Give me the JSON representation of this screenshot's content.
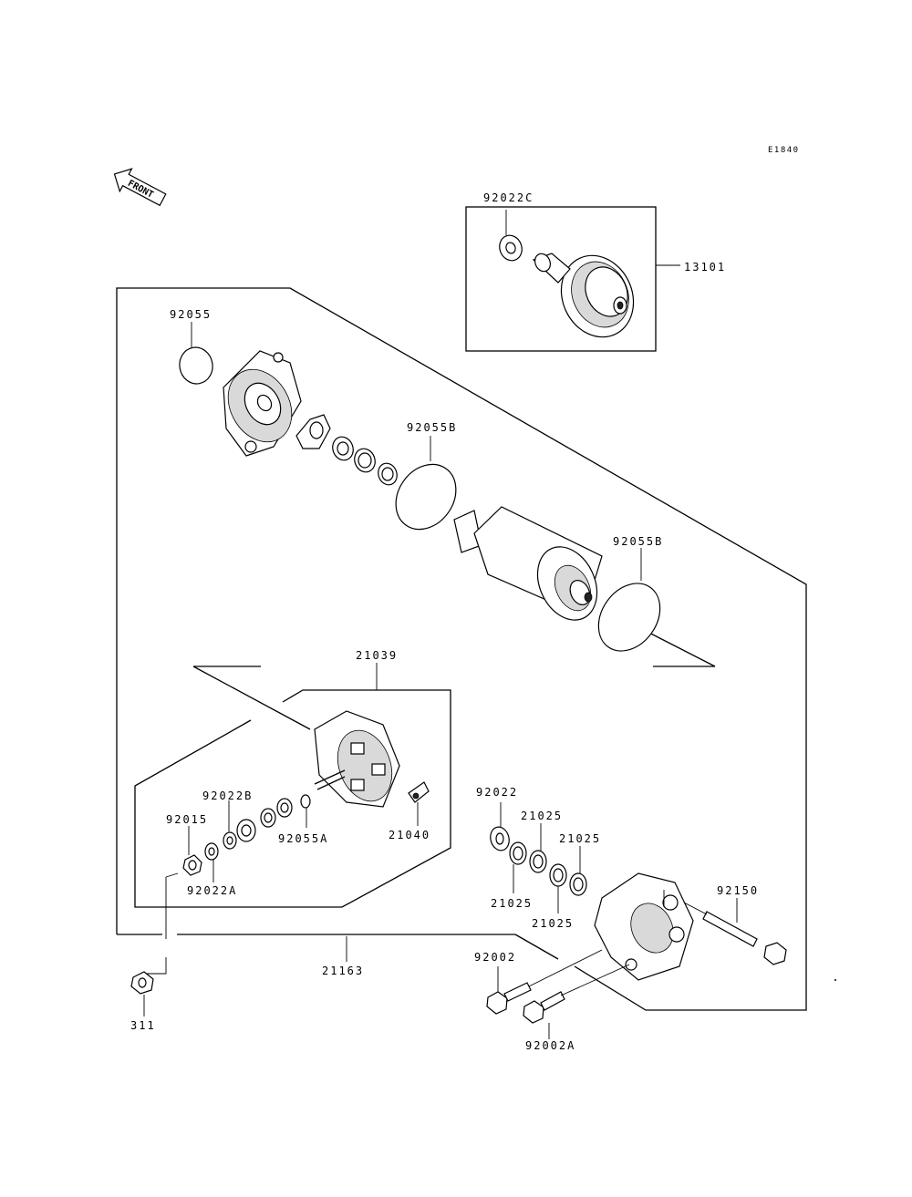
{
  "diagram_code": "E1840",
  "front_label": "FRONT",
  "parts": {
    "p13101": "13101",
    "p92022C": "92022C",
    "p92055": "92055",
    "p92055B_top": "92055B",
    "p92055B_right": "92055B",
    "p21039": "21039",
    "p92022B": "92022B",
    "p92015": "92015",
    "p92022A": "92022A",
    "p92055A": "92055A",
    "p21040": "21040",
    "p92022": "92022",
    "p21025_a": "21025",
    "p21025_b": "21025",
    "p21025_c": "21025",
    "p21025_d": "21025",
    "p92150": "92150",
    "p92002": "92002",
    "p92002A": "92002A",
    "p21163": "21163",
    "p311": "311"
  }
}
